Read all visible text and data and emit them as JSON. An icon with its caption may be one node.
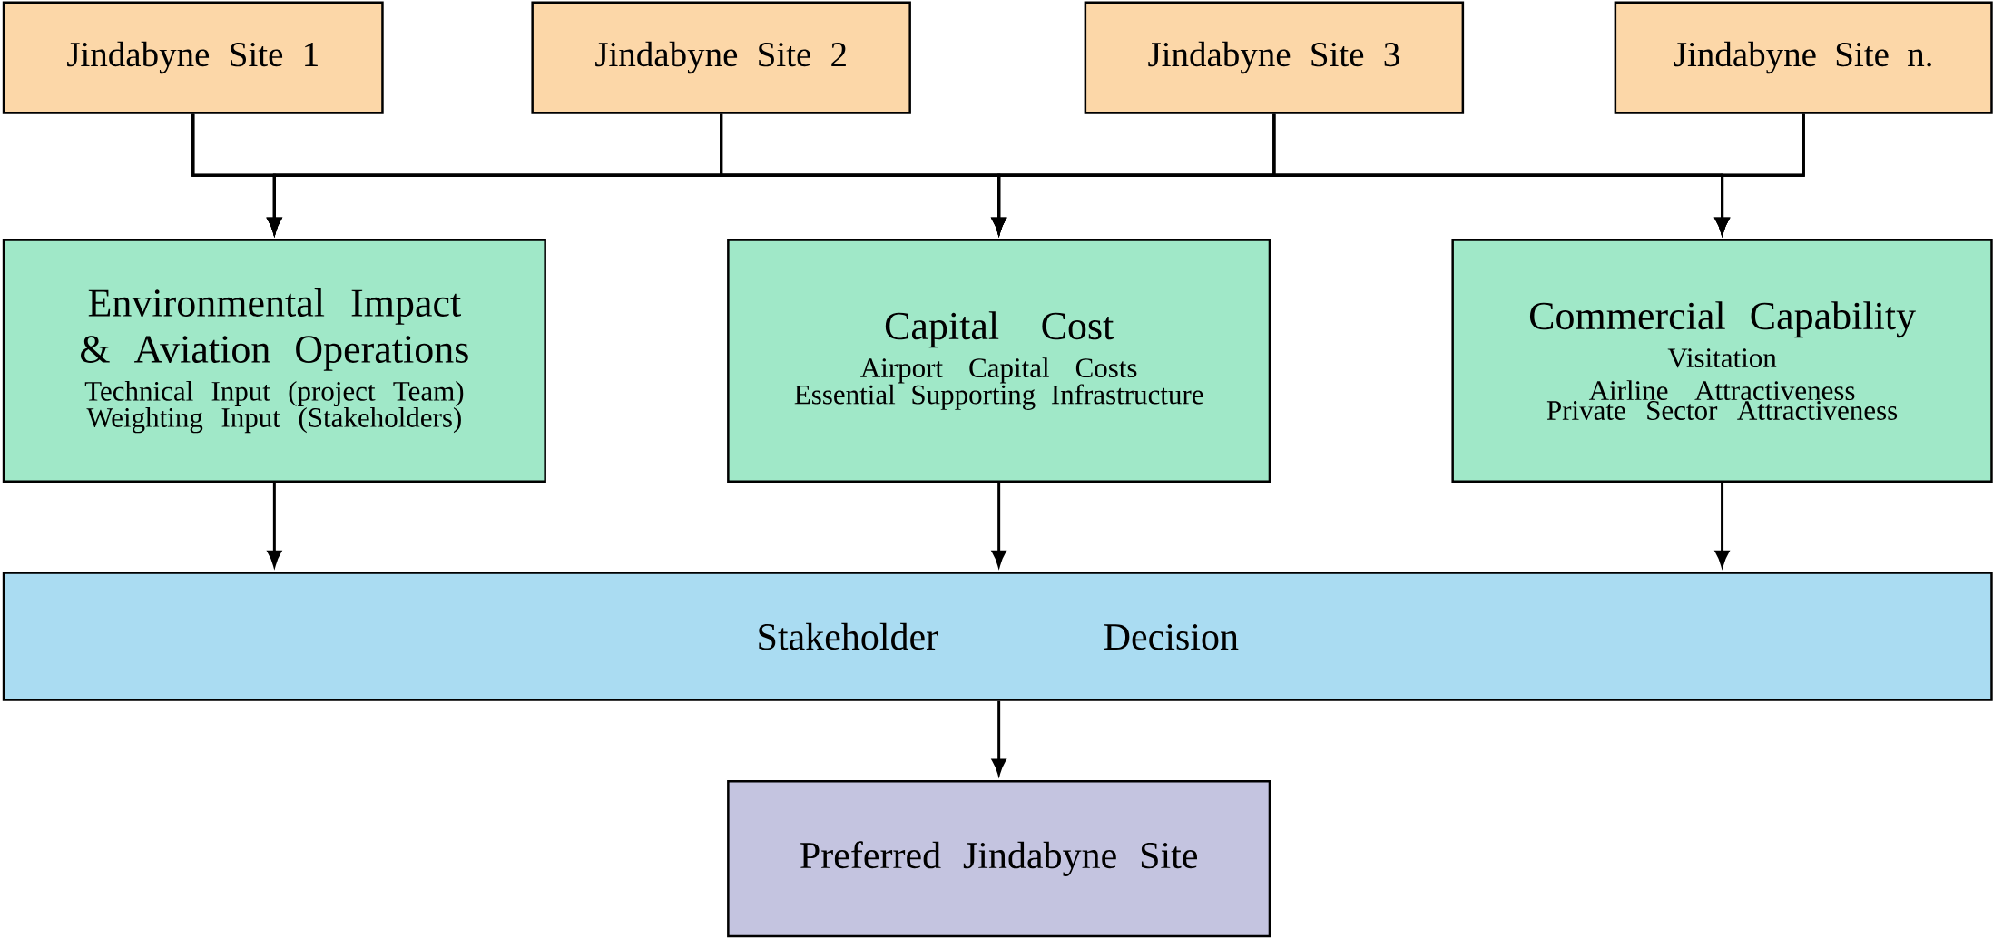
{
  "diagram": {
    "nodes": [
      {
        "text": [
          "Jindabyne Site 1"
        ]
      },
      {
        "text": [
          "Jindabyne Site 2"
        ]
      },
      {
        "text": [
          "Jindabyne Site 3"
        ]
      },
      {
        "text": [
          "Jindabyne Site n."
        ]
      },
      {
        "text": [
          "Environmental Impact & Aviation Operations",
          "Technical Input (project Team)",
          "Weighting Input (Stakeholders)"
        ]
      },
      {
        "text": [
          "Capital Cost",
          "Airport Capital Costs",
          "Essential Supporting Infrastructure"
        ]
      },
      {
        "text": [
          "Commercial Capability",
          "Visitation",
          "Airline Attractiveness",
          "Private Sector Attractiveness"
        ]
      },
      {
        "text": [
          "Stakeholder Decision"
        ]
      },
      {
        "text": [
          "Preferred Jindabyne Site"
        ]
      }
    ],
    "edges": [
      {
        "from": 0,
        "to": 4,
        "arrow": "to"
      },
      {
        "from": 0,
        "to": 5,
        "arrow": "to"
      },
      {
        "from": 0,
        "to": 6,
        "arrow": "to"
      },
      {
        "from": 1,
        "to": 4,
        "arrow": "to"
      },
      {
        "from": 1,
        "to": 5,
        "arrow": "to"
      },
      {
        "from": 1,
        "to": 6,
        "arrow": "to"
      },
      {
        "from": 2,
        "to": 4,
        "arrow": "to"
      },
      {
        "from": 2,
        "to": 5,
        "arrow": "to"
      },
      {
        "from": 2,
        "to": 6,
        "arrow": "to"
      },
      {
        "from": 3,
        "to": 4,
        "arrow": "to"
      },
      {
        "from": 3,
        "to": 5,
        "arrow": "to"
      },
      {
        "from": 3,
        "to": 6,
        "arrow": "to"
      },
      {
        "from": 4,
        "to": 7,
        "arrow": "to"
      },
      {
        "from": 5,
        "to": 7,
        "arrow": "to"
      },
      {
        "from": 6,
        "to": 7,
        "arrow": "to"
      },
      {
        "from": 7,
        "to": 8,
        "arrow": "to"
      }
    ]
  }
}
